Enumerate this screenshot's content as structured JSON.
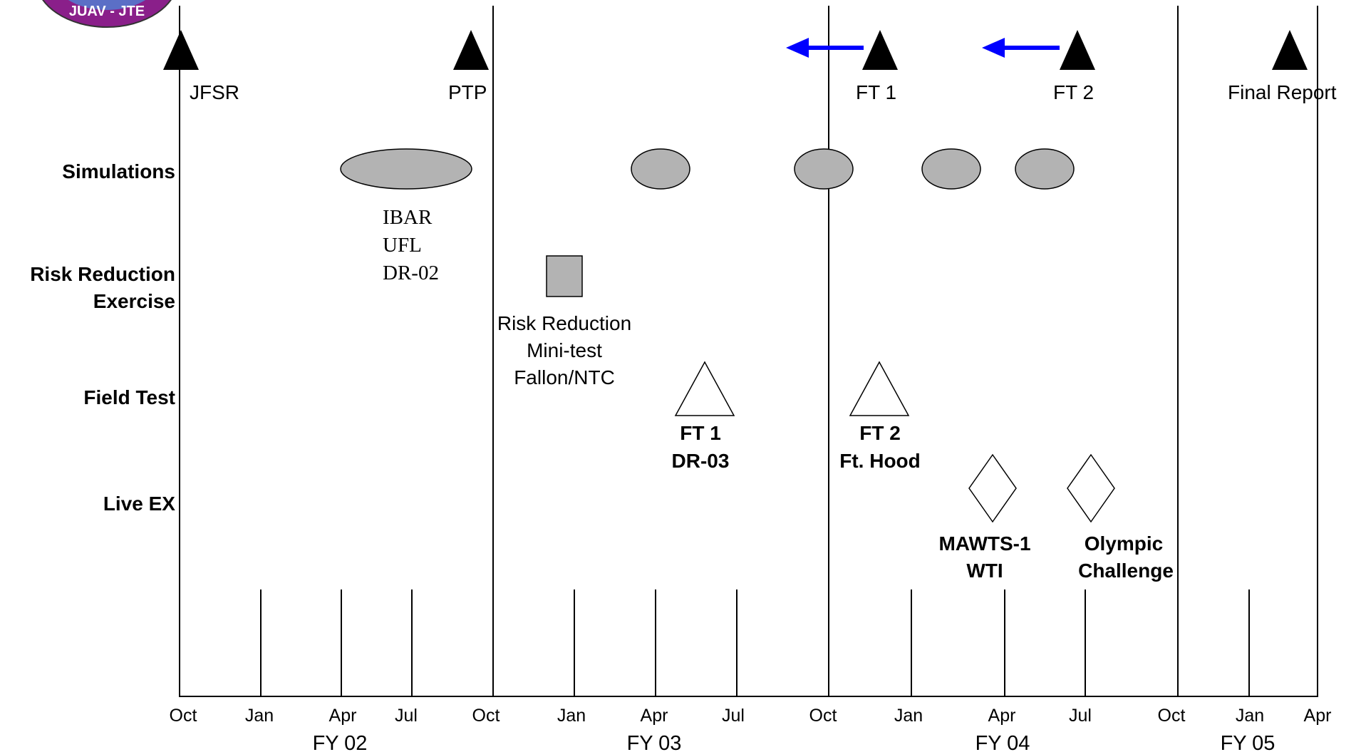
{
  "logo": {
    "text": "JUAV - JTE",
    "colors": {
      "ring": "#8a1f8a",
      "inner": "#5b6fc6",
      "text": "#ffffff"
    }
  },
  "milestones": [
    {
      "id": "jfsr",
      "label": "JFSR"
    },
    {
      "id": "ptp",
      "label": "PTP"
    },
    {
      "id": "ft1",
      "label": "FT 1",
      "arrow": true
    },
    {
      "id": "ft2",
      "label": "FT 2",
      "arrow": true
    },
    {
      "id": "final",
      "label": "Final Report"
    }
  ],
  "rows": {
    "simulations": "Simulations",
    "risk_line1": "Risk Reduction",
    "risk_line2": "Exercise",
    "field_test": "Field Test",
    "live_ex": "Live EX"
  },
  "annotations": {
    "ibar": [
      "IBAR",
      "UFL",
      "DR-02"
    ],
    "risk_reduction": [
      "Risk Reduction",
      "Mini-test",
      "Fallon/NTC"
    ],
    "ft1": [
      "FT 1",
      "DR-03"
    ],
    "ft2": [
      "FT 2",
      "Ft. Hood"
    ],
    "mawts": [
      "MAWTS-1",
      "WTI"
    ],
    "olympic": [
      "Olympic",
      "Challenge"
    ]
  },
  "axis": {
    "months": [
      "Oct",
      "Jan",
      "Apr",
      "Jul",
      "Oct",
      "Jan",
      "Apr",
      "Jul",
      "Oct",
      "Jan",
      "Apr",
      "Jul",
      "Oct",
      "Jan",
      "Apr"
    ],
    "fiscal_years": [
      "FY 02",
      "FY 03",
      "FY 04",
      "FY 05"
    ]
  },
  "colors": {
    "shape_fill": "#b3b3b3",
    "arrow": "#0000ff",
    "line": "#000000"
  }
}
